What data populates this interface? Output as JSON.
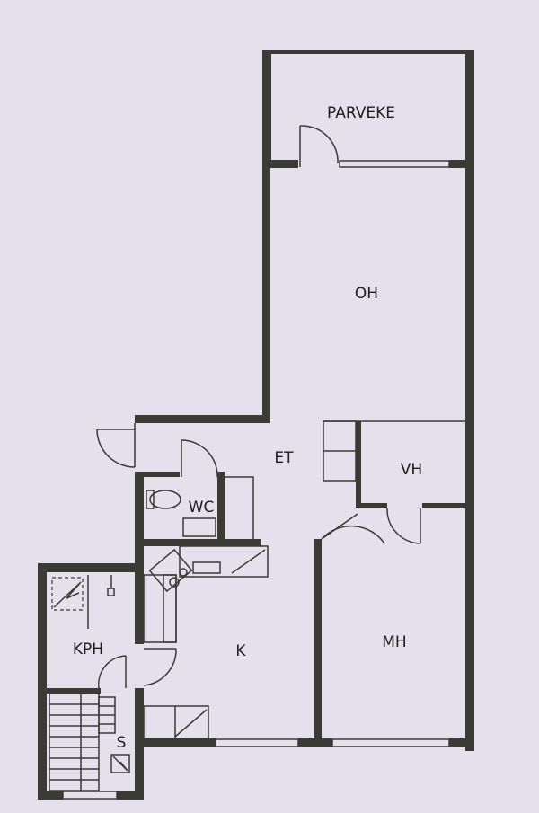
{
  "plan": {
    "rooms": {
      "parveke": "PARVEKE",
      "oh": "OH",
      "et": "ET",
      "vh": "VH",
      "wc": "WC",
      "kph": "KPH",
      "k": "K",
      "mh": "MH",
      "s": "S"
    },
    "colors": {
      "paper": "#e4e0ec",
      "wall": "#3b3b35"
    }
  }
}
